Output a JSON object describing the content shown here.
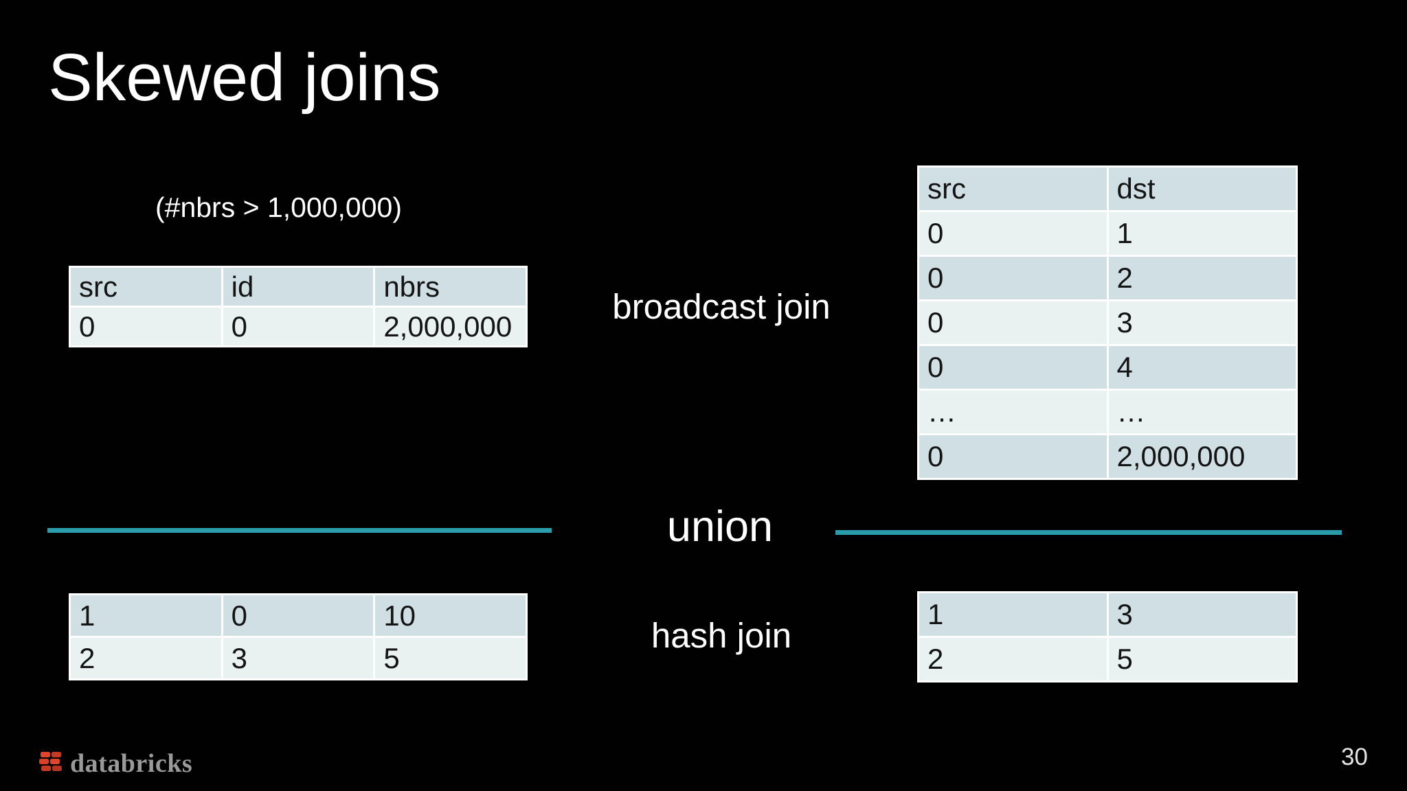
{
  "slide": {
    "title": "Skewed joins",
    "page_number": "30",
    "background_color": "#000000"
  },
  "annotation": "(#nbrs > 1,000,000)",
  "labels": {
    "broadcast_join": "broadcast join",
    "union": "union",
    "hash_join": "hash join"
  },
  "tables": {
    "top_left": {
      "headers": [
        "src",
        "id",
        "nbrs"
      ],
      "rows": [
        [
          "0",
          "0",
          "2,000,000"
        ]
      ]
    },
    "top_right": {
      "headers": [
        "src",
        "dst"
      ],
      "rows": [
        [
          "0",
          "1"
        ],
        [
          "0",
          "2"
        ],
        [
          "0",
          "3"
        ],
        [
          "0",
          "4"
        ],
        [
          "…",
          "…"
        ],
        [
          "0",
          "2,000,000"
        ]
      ]
    },
    "bottom_left": {
      "headers": [],
      "rows": [
        [
          "1",
          "0",
          "10"
        ],
        [
          "2",
          "3",
          "5"
        ]
      ]
    },
    "bottom_right": {
      "headers": [],
      "rows": [
        [
          "1",
          "3"
        ],
        [
          "2",
          "5"
        ]
      ]
    }
  },
  "footer": {
    "logo_text": "databricks"
  },
  "colors": {
    "accent_teal": "#2b9cac",
    "table_row_dark": "#cfdfe3",
    "table_row_light": "#e9f1f1",
    "table_text": "#141414"
  }
}
